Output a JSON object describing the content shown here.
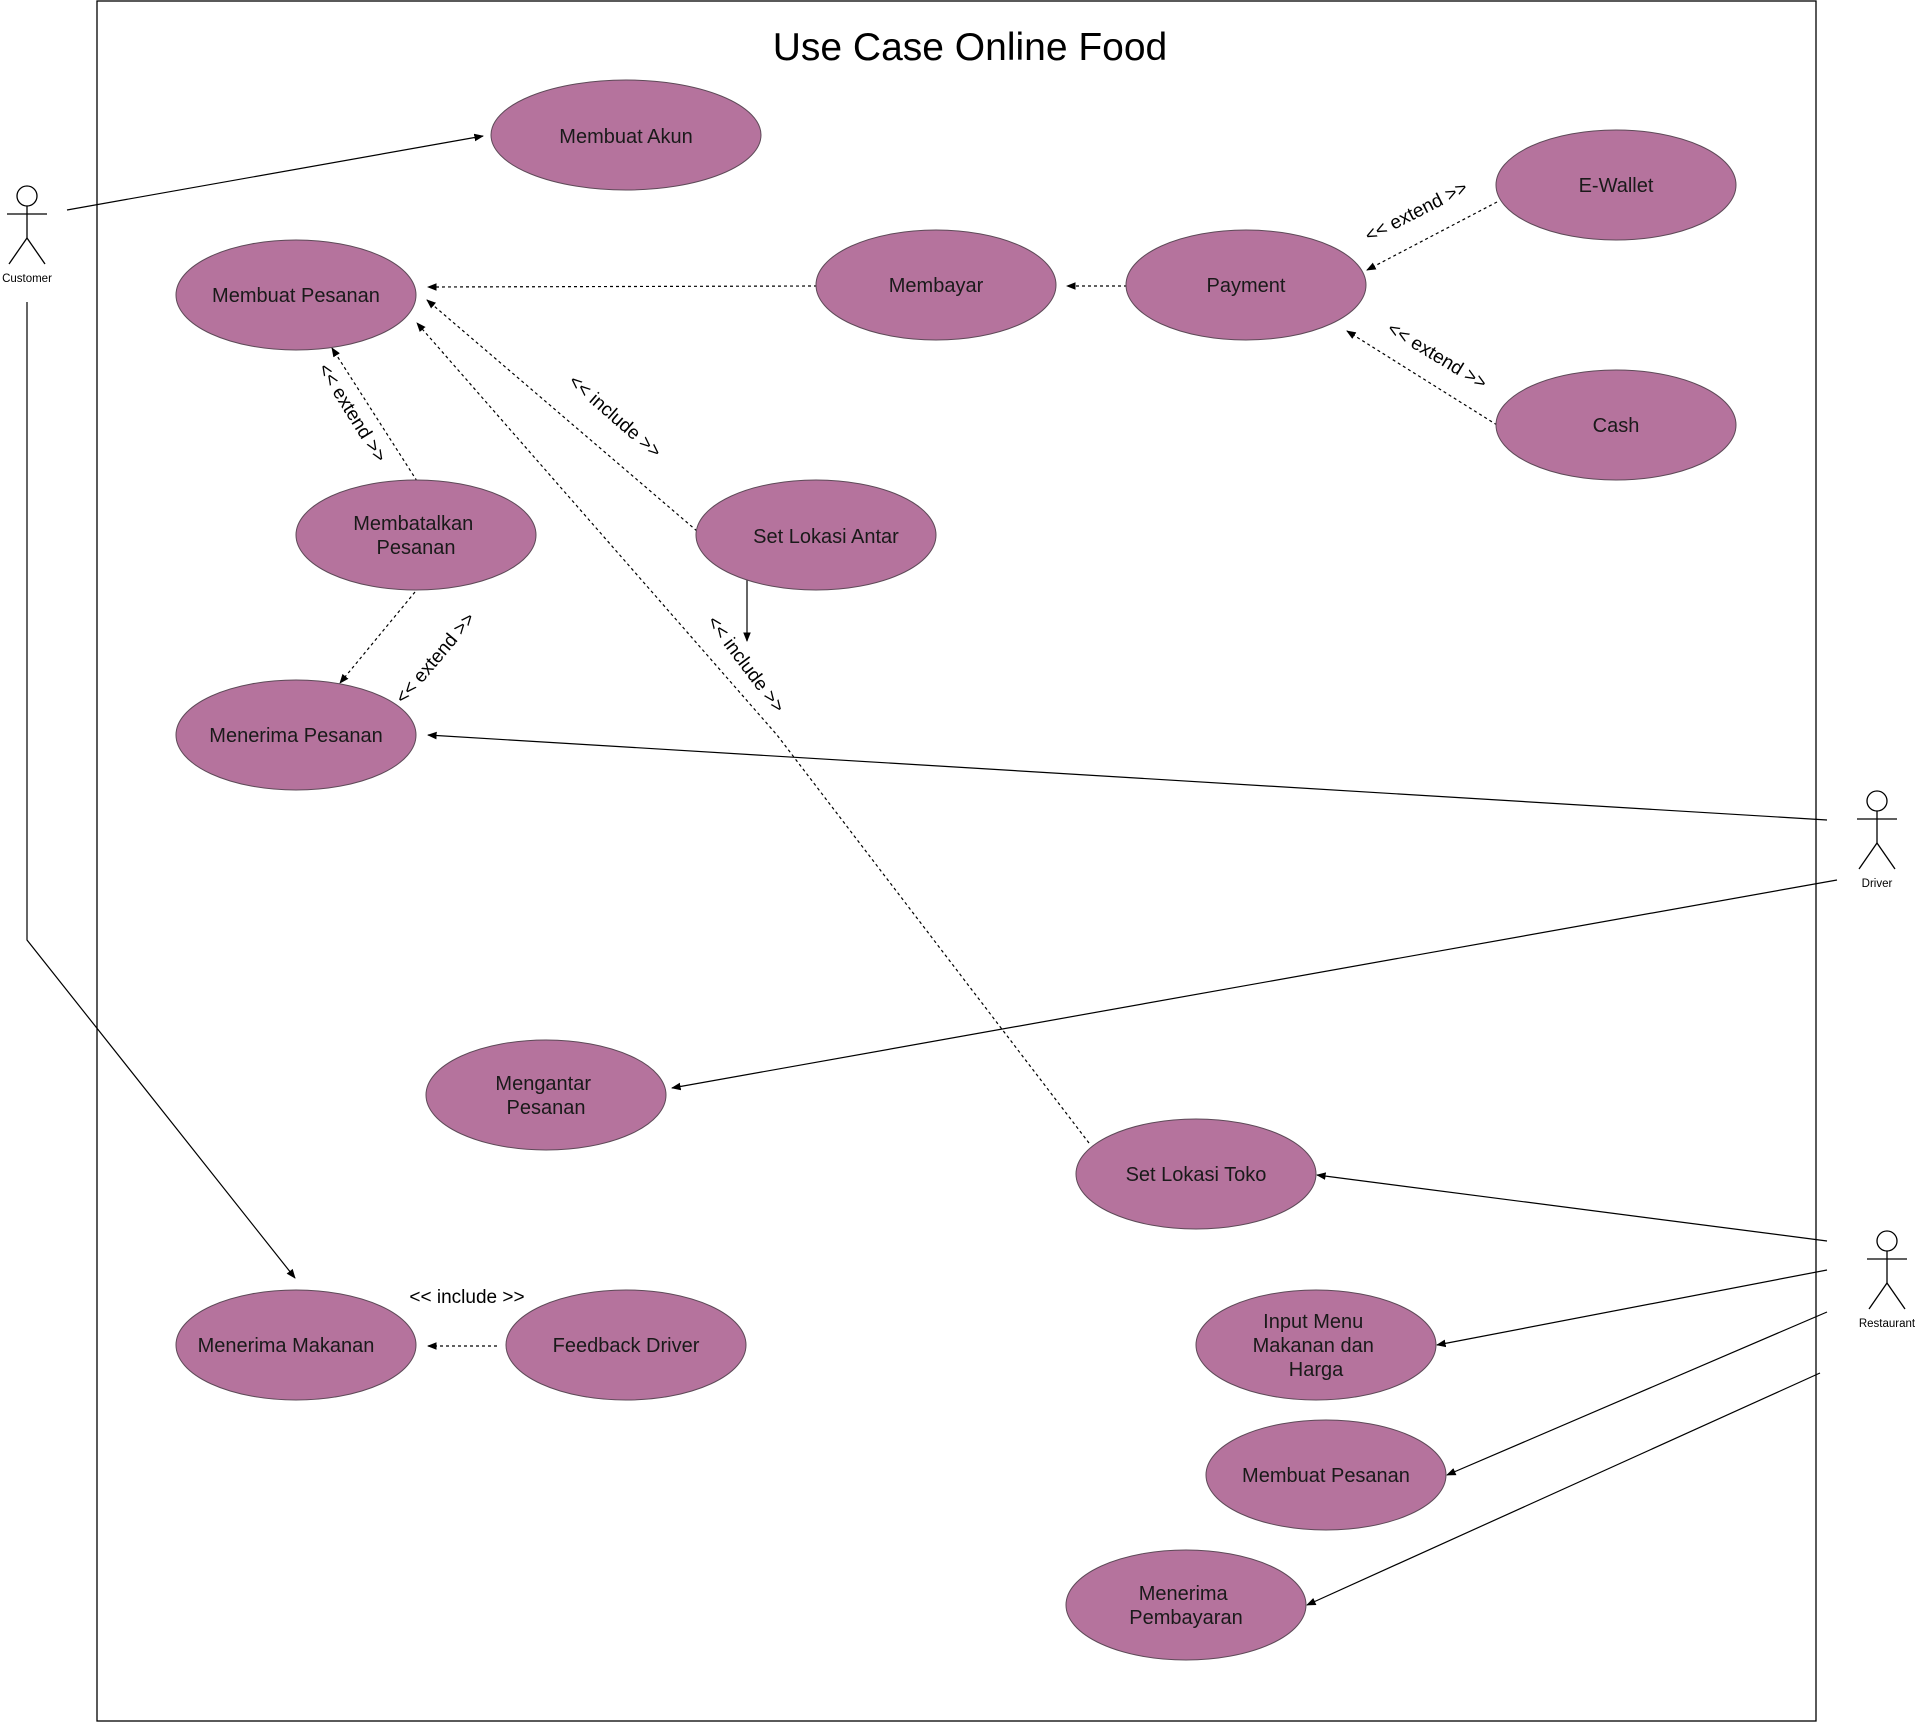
{
  "title": "Use Case Online Food",
  "actors": {
    "customer": "Customer",
    "driver": "Driver",
    "restaurant": "Restaurant"
  },
  "use_cases": {
    "membuat_akun": [
      "Membuat Akun"
    ],
    "membuat_pesanan": [
      "Membuat Pesanan"
    ],
    "membayar": [
      "Membayar"
    ],
    "payment": [
      "Payment"
    ],
    "ewallet": [
      "E-Wallet"
    ],
    "cash": [
      "Cash"
    ],
    "membatalkan_pesanan": [
      "Membatalkan",
      "Pesanan"
    ],
    "set_lokasi_antar": [
      "Set Lokasi Antar"
    ],
    "menerima_pesanan": [
      "Menerima Pesanan"
    ],
    "mengantar_pesanan": [
      "Mengantar",
      "Pesanan"
    ],
    "set_lokasi_toko": [
      "Set Lokasi Toko"
    ],
    "menerima_makanan": [
      "Menerima Makanan"
    ],
    "feedback_driver": [
      "Feedback Driver"
    ],
    "input_menu": [
      "Input Menu",
      "Makanan dan",
      "Harga"
    ],
    "membuat_pesanan_resto": [
      "Membuat Pesanan"
    ],
    "menerima_pembayaran": [
      "Menerima",
      "Pembayaran"
    ]
  },
  "relation_labels": {
    "extend": "<< extend >>",
    "include": "<< include >>"
  },
  "colors": {
    "use_case_fill": "#b5739d",
    "use_case_stroke": "#5e4a58",
    "line": "#000000"
  }
}
